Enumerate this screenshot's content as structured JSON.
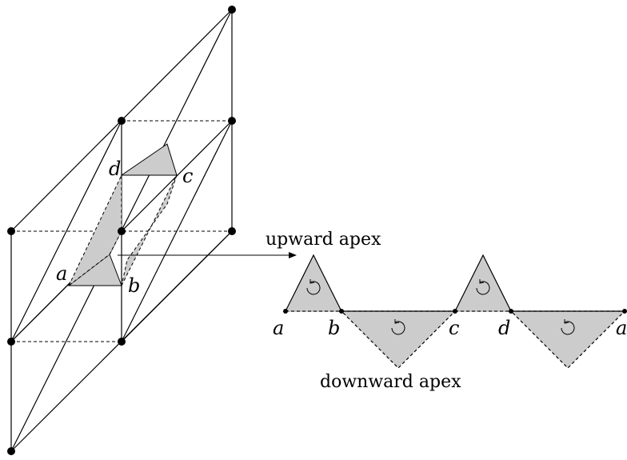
{
  "diagram": {
    "vertex_labels": {
      "a": "a",
      "b": "b",
      "c": "c",
      "d": "d"
    },
    "unfolded_labels": [
      "a",
      "b",
      "c",
      "d",
      "a"
    ],
    "captions": {
      "upward": "upward apex",
      "downward": "downward apex"
    },
    "rotation_glyph": "↻",
    "colors": {
      "stroke": "#000000",
      "fill": "#cccccc",
      "background": "#ffffff"
    }
  }
}
